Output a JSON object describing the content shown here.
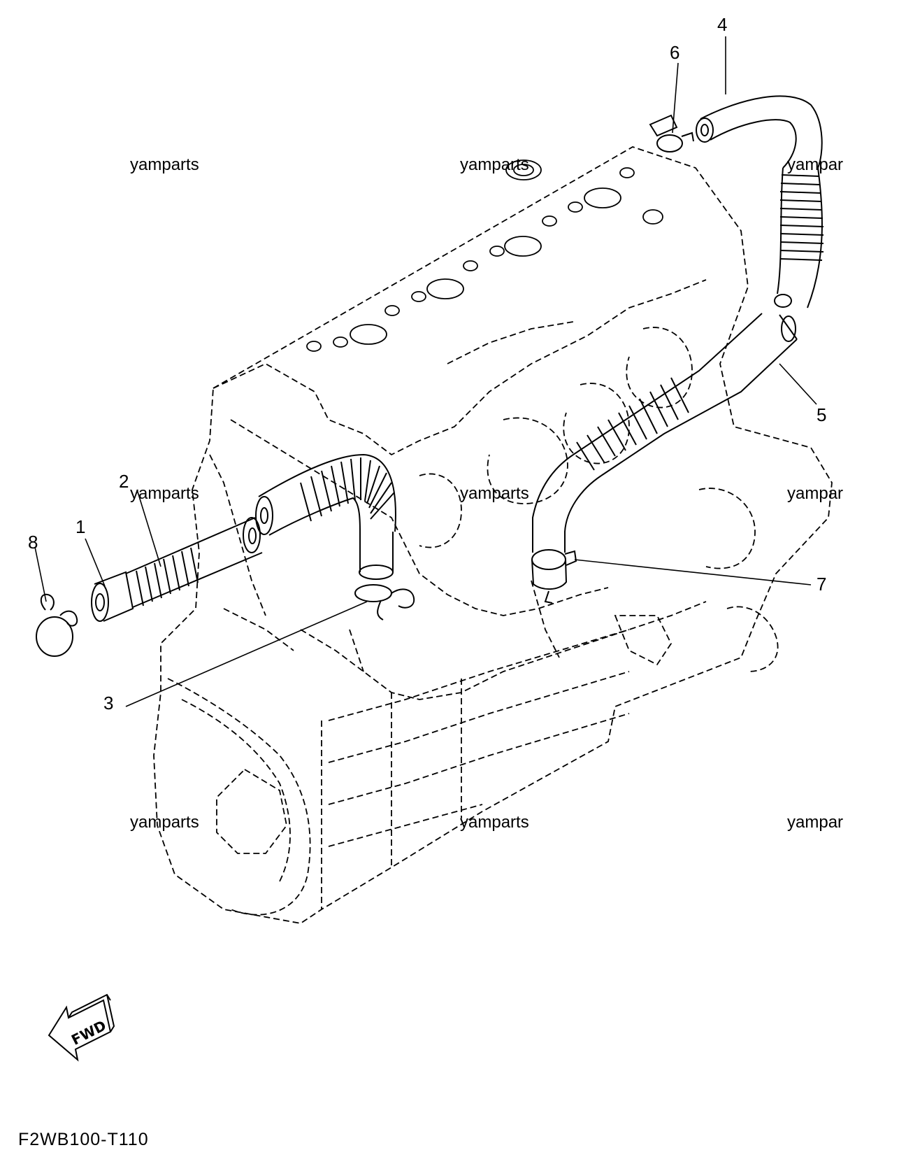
{
  "callouts": [
    "1",
    "2",
    "3",
    "4",
    "5",
    "6",
    "7",
    "8"
  ],
  "watermark": "yamparts",
  "watermark_clipped": "yampar",
  "fwd_label": "FWD",
  "drawing_code": "F2WB100-T110"
}
